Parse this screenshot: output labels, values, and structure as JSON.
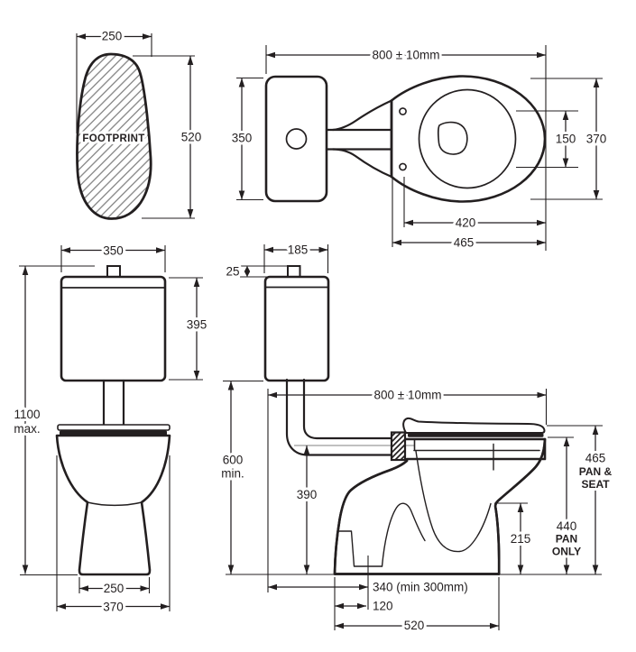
{
  "colors": {
    "line": "#231f20",
    "hatch_light": "#8c8c8c",
    "hatch_dark": "#231f20",
    "centerline_gray": "#9a9a9a",
    "background": "#ffffff"
  },
  "footprint_view": {
    "label": "FOOTPRINT",
    "width_mm": "250",
    "depth_mm": "520"
  },
  "top_view": {
    "overall_length": "800 ± 10mm",
    "cistern_width": "350",
    "bowl_width": "150",
    "pan_width": "370",
    "seat_fixing_to_front": "420",
    "pan_length": "465"
  },
  "front_view": {
    "cistern_width": "350",
    "cistern_height": "395",
    "overall_height_value": "1100",
    "overall_height_qualifier": "max.",
    "base_width": "250",
    "pan_width": "370"
  },
  "side_view": {
    "cistern_depth": "185",
    "button_height": "25",
    "overall_length": "800 ± 10mm",
    "min_height_value": "600",
    "min_height_qualifier": "min.",
    "inlet_centre_height": "390",
    "base_step_height": "215",
    "outlet_setout": "340 (min 300mm)",
    "outlet_offset": "120",
    "base_depth": "520",
    "pan_seat_height_value": "465",
    "pan_seat_label_line1": "PAN &",
    "pan_seat_label_line2": "SEAT",
    "pan_only_height_value": "440",
    "pan_only_label_line1": "PAN",
    "pan_only_label_line2": "ONLY"
  }
}
